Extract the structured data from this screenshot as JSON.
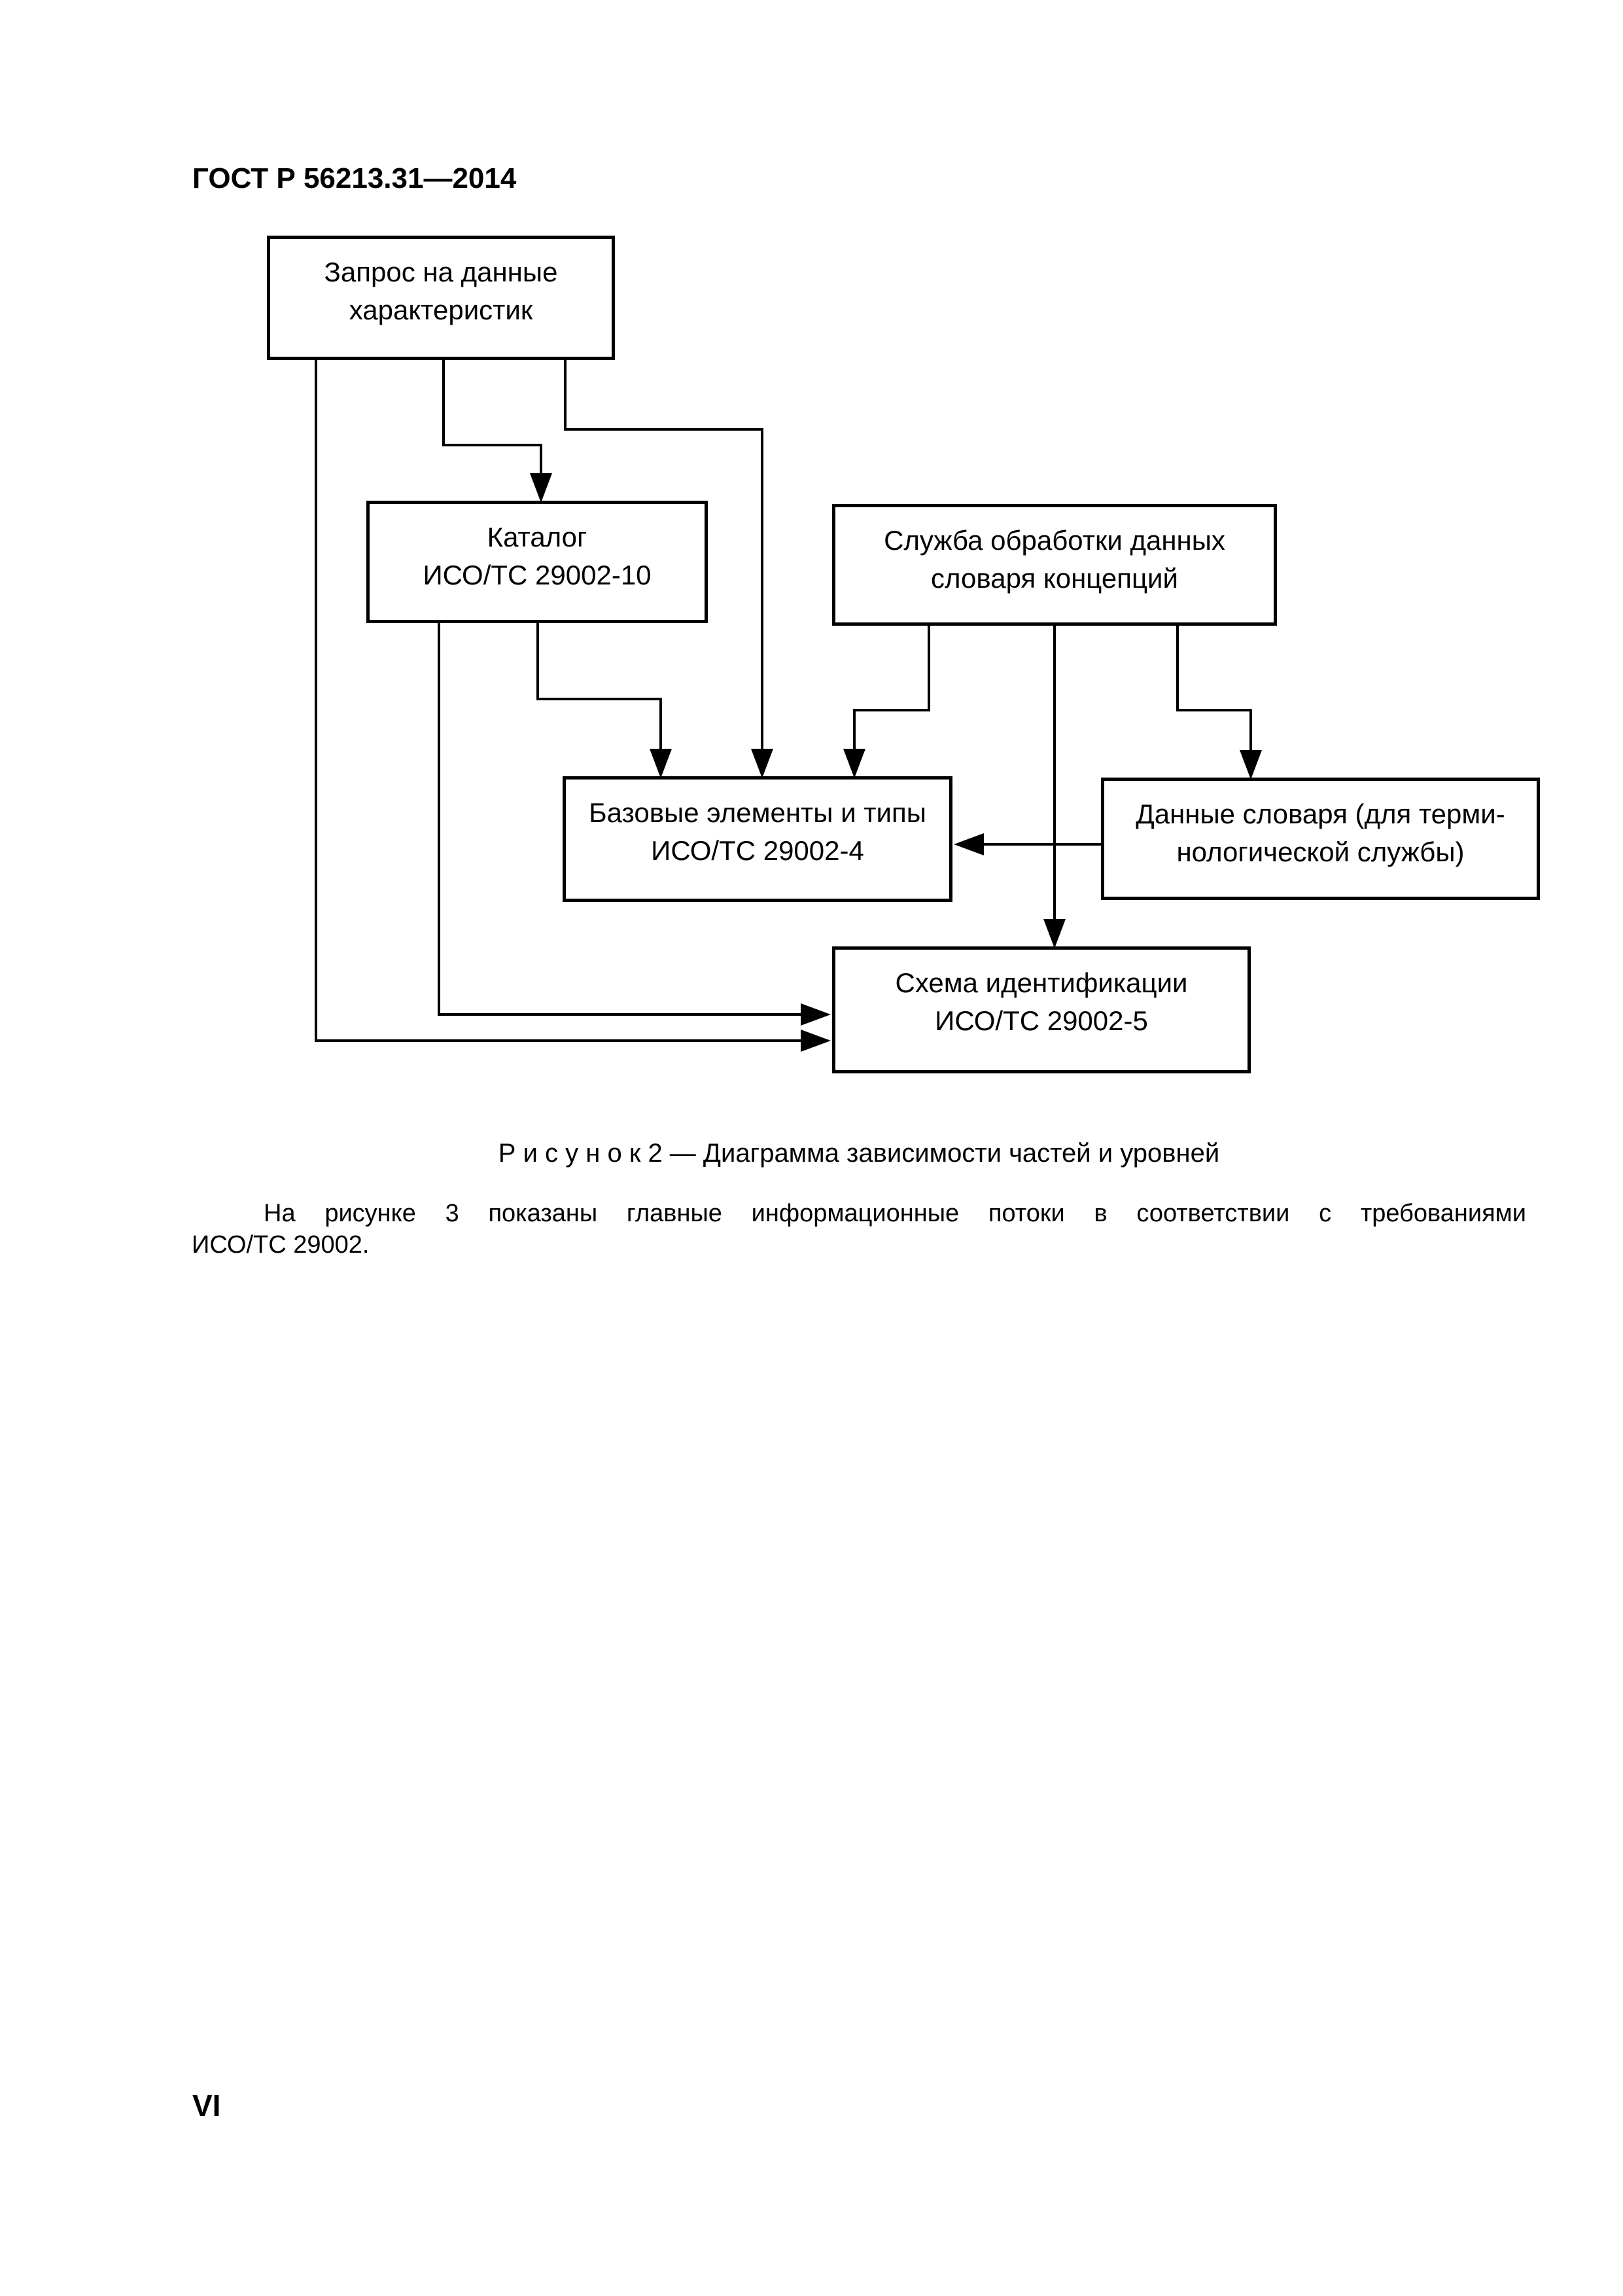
{
  "page": {
    "header": "ГОСТ Р 56213.31—2014",
    "page_number": "VI"
  },
  "diagram": {
    "nodes": {
      "request": {
        "line1": "Запрос на данные",
        "line2": "характеристик"
      },
      "catalog": {
        "line1": "Каталог",
        "line2": "ИСО/ТС 29002-10"
      },
      "service": {
        "line1": "Служба обработки данных",
        "line2": "словаря концепций"
      },
      "base_elements": {
        "line1": "Базовые элементы и типы",
        "line2": "ИСО/ТС 29002-4"
      },
      "dictionary_data": {
        "line1": "Данные словаря (для терми-",
        "line2": "нологической службы)"
      },
      "identification": {
        "line1": "Схема идентификации",
        "line2": "ИСО/ТС 29002-5"
      }
    },
    "edges": [
      {
        "from": "request",
        "to": "catalog"
      },
      {
        "from": "request",
        "to": "base_elements"
      },
      {
        "from": "request",
        "to": "identification"
      },
      {
        "from": "catalog",
        "to": "base_elements"
      },
      {
        "from": "catalog",
        "to": "identification"
      },
      {
        "from": "service",
        "to": "base_elements"
      },
      {
        "from": "service",
        "to": "identification"
      },
      {
        "from": "service",
        "to": "dictionary_data"
      },
      {
        "from": "dictionary_data",
        "to": "base_elements"
      }
    ],
    "caption": "Р и с у н о к  2 — Диаграмма зависимости частей и уровней"
  },
  "paragraph": {
    "line1": "На рисунке 3 показаны главные информационные потоки в соответствии с требованиями",
    "line2": "ИСО/ТС 29002."
  },
  "colors": {
    "ink": "#000000",
    "paper": "#ffffff"
  }
}
